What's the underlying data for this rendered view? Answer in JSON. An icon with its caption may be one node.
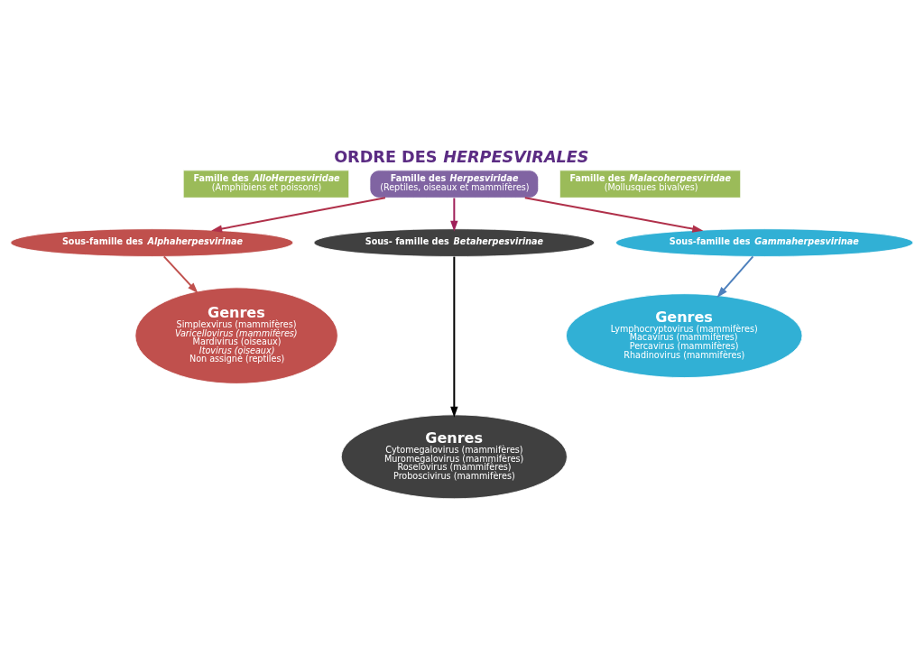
{
  "diagram": {
    "title": "ORDRE DES *HERPESVIRALES*",
    "nodes": [
      {
        "text": [
          "Famille des *AlloHerpesviridae*",
          "(Amphibiens et poissons)"
        ]
      },
      {
        "text": [
          "Famille des *Herpesviridae*",
          "(Reptiles, oiseaux et mammifères)"
        ]
      },
      {
        "text": [
          "Famille des *Malacoherpesviridae*",
          "(Mollusques bivalves)"
        ]
      },
      {
        "text": [
          "Sous-famille des *Alphaherpesvirinae*"
        ]
      },
      {
        "text": [
          "Sous- famille des *Betaherpesvirinae*"
        ]
      },
      {
        "text": [
          "Sous-famille des *Gammaherpesvirinae*"
        ]
      },
      {
        "text": [
          "Genres",
          "Simplexvirus (mammifères)",
          "*Varicellovirus (mammifères)*",
          "Mardivirus (oiseaux)",
          "*Itovirus (oiseaux)*",
          "Non assigné (reptiles)"
        ]
      },
      {
        "text": [
          "Genres",
          "Lymphocryptovirus (mammifères)",
          "Macavirus (mammifères)",
          "Percavirus (mammifères)",
          "Rhadinovirus (mammifères)"
        ]
      },
      {
        "text": [
          "Genres",
          "Cytomegalovirus (mammifères)",
          "Muromegalovirus (mammifères)",
          "Roselovirus (mammifères)",
          "Proboscivirus (mammifères)"
        ]
      }
    ],
    "edges": [
      {
        "from": 1,
        "to": 3,
        "arrow": "to",
        "color": "#b0304a"
      },
      {
        "from": 1,
        "to": 4,
        "arrow": "to",
        "color": "#a0205a"
      },
      {
        "from": 1,
        "to": 5,
        "arrow": "to",
        "color": "#b0304a"
      },
      {
        "from": 3,
        "to": 6,
        "arrow": "to",
        "color": "#c0504d"
      },
      {
        "from": 4,
        "to": 8,
        "arrow": "to",
        "color": "#000000"
      },
      {
        "from": 5,
        "to": 7,
        "arrow": "to",
        "color": "#4f81bd"
      }
    ]
  }
}
